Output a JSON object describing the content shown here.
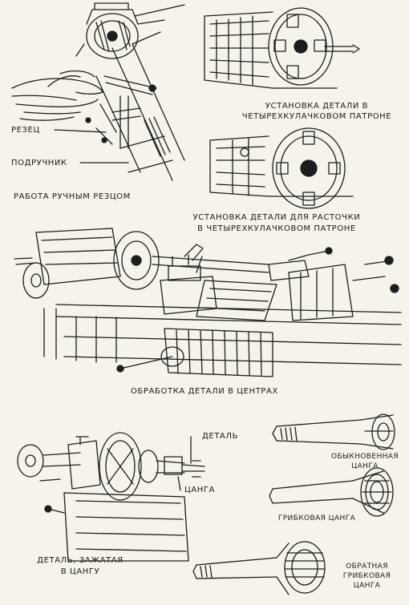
{
  "labels": {
    "cutter": "РЕЗЕЦ",
    "tool_rest": "ПОДРУЧНИК",
    "hand_cutter_work": "РАБОТА РУЧНЫМ РЕЗЦОМ",
    "four_jaw_mount": {
      "line1": "УСТАНОВКА ДЕТАЛИ В",
      "line2": "ЧЕТЫРЕХКУЛАЧКОВОМ ПАТРОНЕ"
    },
    "four_jaw_boring": {
      "line1": "УСТАНОВКА ДЕТАЛИ ДЛЯ РАСТОЧКИ",
      "line2": "В ЧЕТЫРЕХКУЛАЧКОВОМ ПАТРОНЕ"
    },
    "centers_machining": "ОБРАБОТКА ДЕТАЛИ В ЦЕНТРАХ",
    "part": "ДЕТАЛЬ",
    "collet": "ЦАНГА",
    "part_in_collet": {
      "line1": "ДЕТАЛЬ, ЗАЖАТАЯ",
      "line2": "В ЦАНГУ"
    },
    "ordinary_collet": {
      "line1": "ОБЫКНОВЕННАЯ",
      "line2": "ЦАНГА"
    },
    "mushroom_collet": "ГРИБКОВАЯ ЦАНГА",
    "reverse_mushroom_collet": {
      "line1": "ОБРАТНАЯ",
      "line2": "ГРИБКОВАЯ",
      "line3": "ЦАНГА"
    }
  },
  "ink_color": "#1d1d1d",
  "paper_color": "#f6f3ea"
}
